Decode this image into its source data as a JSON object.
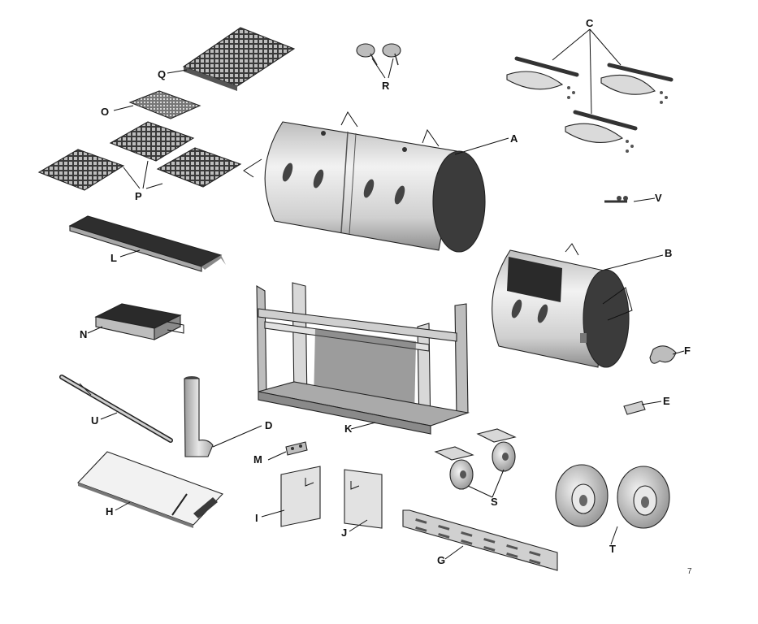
{
  "page": {
    "number": "7"
  },
  "labels": {
    "A": "A",
    "B": "B",
    "C": "C",
    "D": "D",
    "E": "E",
    "F": "F",
    "G": "G",
    "H": "H",
    "I": "I",
    "J": "J",
    "K": "K",
    "L": "L",
    "M": "M",
    "N": "N",
    "O": "O",
    "P": "P",
    "Q": "Q",
    "R": "R",
    "S": "S",
    "T": "T",
    "U": "U",
    "V": "V"
  }
}
